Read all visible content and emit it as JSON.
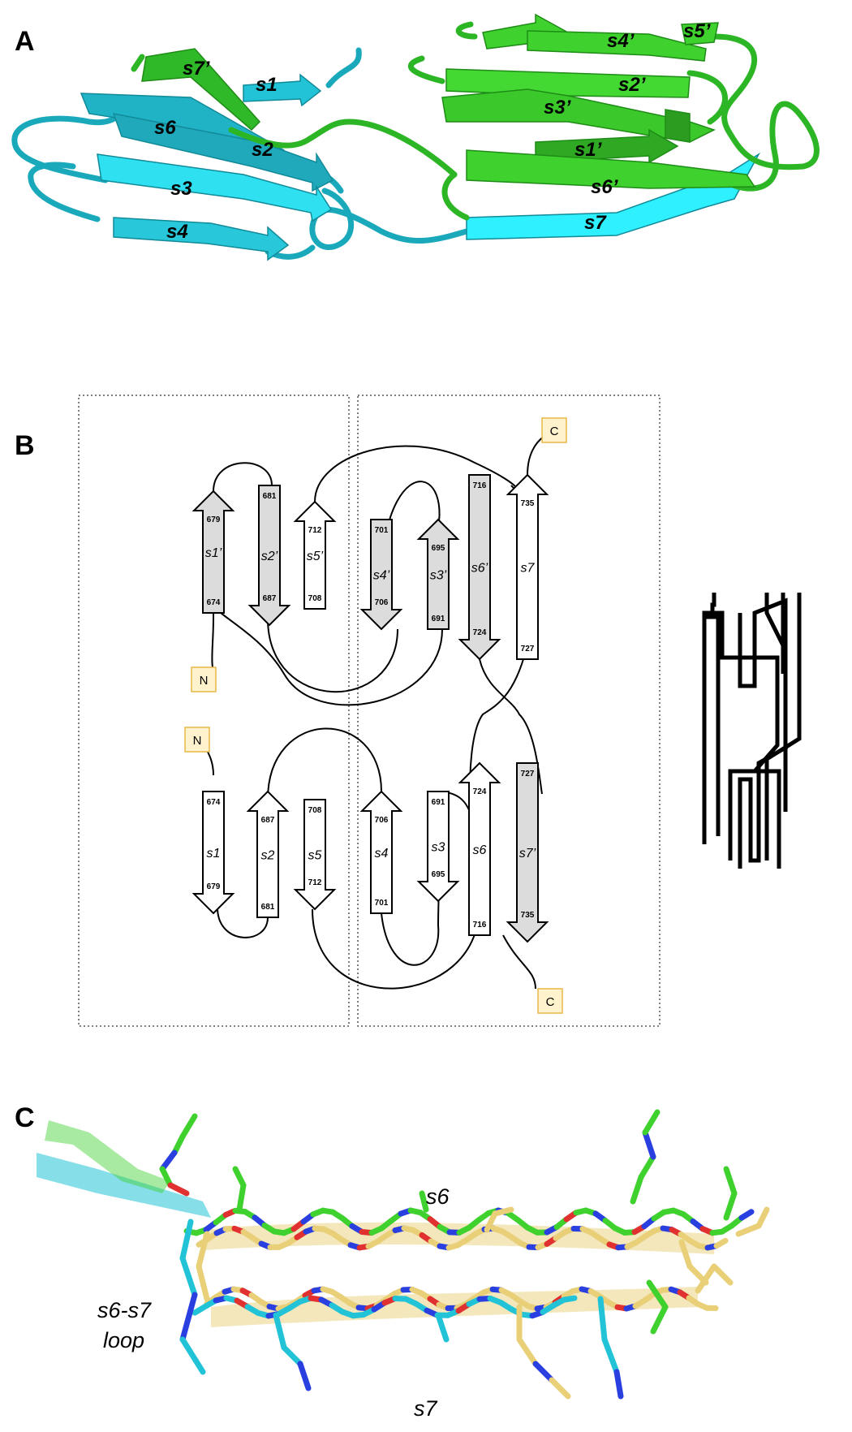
{
  "figure": {
    "panel_a": {
      "letter": "A",
      "cyan_strand_labels": [
        "s1",
        "s2",
        "s3",
        "s4",
        "s6",
        "s7"
      ],
      "green_strand_labels": [
        "s7’",
        "s4’",
        "s5’",
        "s2’",
        "s3’",
        "s1’",
        "s6’"
      ],
      "colors": {
        "chain_1": "#22c3d6",
        "chain_2": "#3fd12e"
      }
    },
    "panel_b": {
      "letter": "B",
      "top_row": {
        "n_terminus": "N",
        "c_terminus": "C",
        "strands": [
          {
            "label": "s1’",
            "start": "674",
            "end": "679",
            "shaded": true
          },
          {
            "label": "s2’",
            "start": "681",
            "end": "687",
            "shaded": true
          },
          {
            "label": "s5’",
            "start": "708",
            "end": "712",
            "shaded": false
          },
          {
            "label": "s4’",
            "start": "701",
            "end": "706",
            "shaded": true
          },
          {
            "label": "s3’",
            "start": "691",
            "end": "695",
            "shaded": true
          },
          {
            "label": "s6’",
            "start": "716",
            "end": "724",
            "shaded": true
          },
          {
            "label": "s7",
            "start": "727",
            "end": "735",
            "shaded": false
          }
        ]
      },
      "bottom_row": {
        "n_terminus": "N",
        "c_terminus": "C",
        "strands": [
          {
            "label": "s1",
            "start": "674",
            "end": "679",
            "shaded": false
          },
          {
            "label": "s2",
            "start": "681",
            "end": "687",
            "shaded": false
          },
          {
            "label": "s5",
            "start": "708",
            "end": "712",
            "shaded": false
          },
          {
            "label": "s4",
            "start": "701",
            "end": "706",
            "shaded": false
          },
          {
            "label": "s3",
            "start": "691",
            "end": "695",
            "shaded": false
          },
          {
            "label": "s6",
            "start": "716",
            "end": "724",
            "shaded": false
          },
          {
            "label": "s7’",
            "start": "727",
            "end": "735",
            "shaded": true
          }
        ]
      },
      "colors": {
        "shaded_strand": "#dcdcdc",
        "terminus_fill": "#fff2cc",
        "terminus_border": "#e8b84a"
      }
    },
    "panel_c": {
      "letter": "C",
      "labels": {
        "s6": "s6",
        "s7": "s7",
        "loop_line1": "s6-s7",
        "loop_line2": "loop"
      },
      "colors": {
        "carbon_green": "#3fd12e",
        "carbon_yellow": "#e8cf78",
        "carbon_cyan": "#22c3d6",
        "nitrogen": "#2a3fe0",
        "oxygen": "#e03030"
      }
    }
  }
}
